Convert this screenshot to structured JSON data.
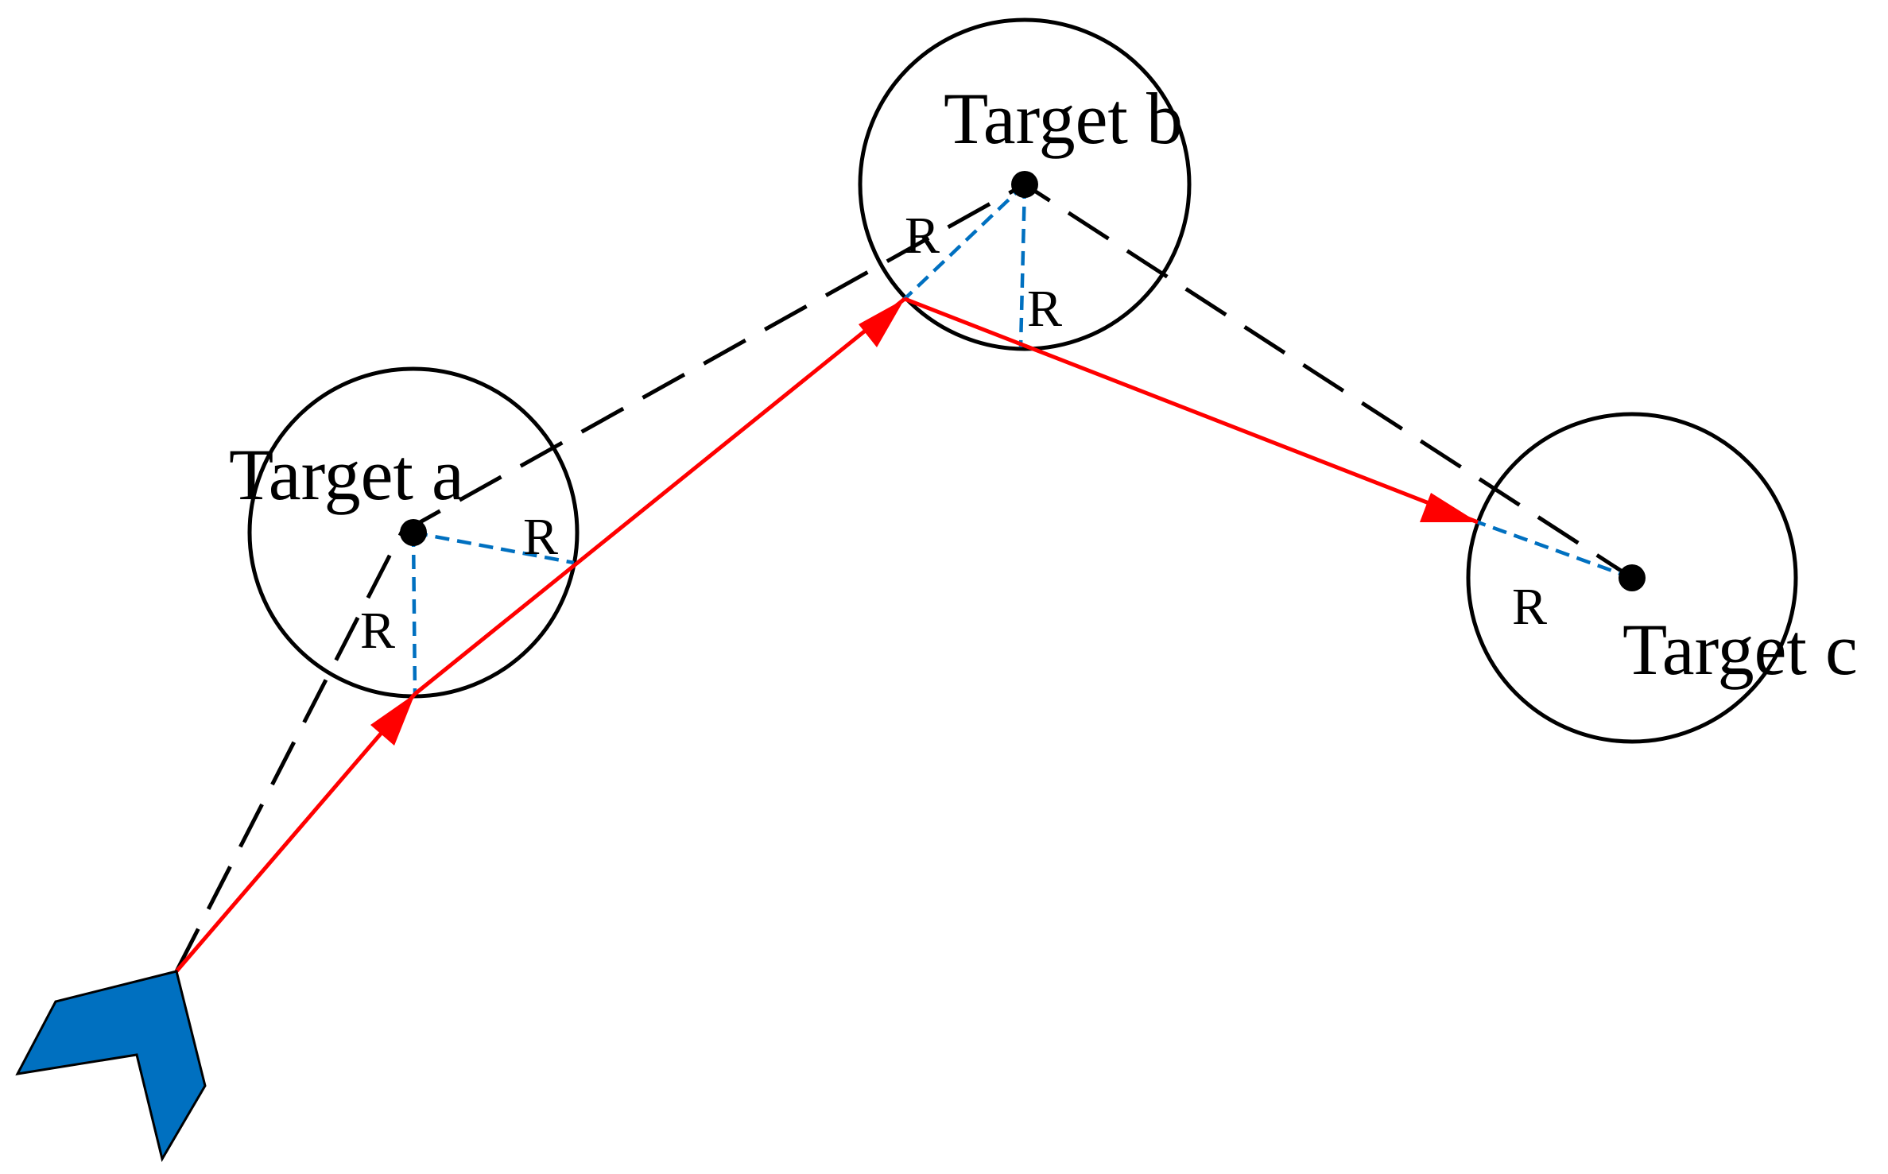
{
  "diagram": {
    "targets": [
      {
        "id": "a",
        "label": "Target a"
      },
      {
        "id": "b",
        "label": "Target b"
      },
      {
        "id": "c",
        "label": "Target c"
      }
    ],
    "radius_label": "R",
    "colors": {
      "circle": "#000000",
      "dashed_path": "#000000",
      "actual_path": "#ff0000",
      "radius_line": "#0070c0",
      "vehicle": "#0070c0",
      "target_point": "#000000"
    },
    "icons": [
      "vehicle-chevron-icon"
    ]
  }
}
